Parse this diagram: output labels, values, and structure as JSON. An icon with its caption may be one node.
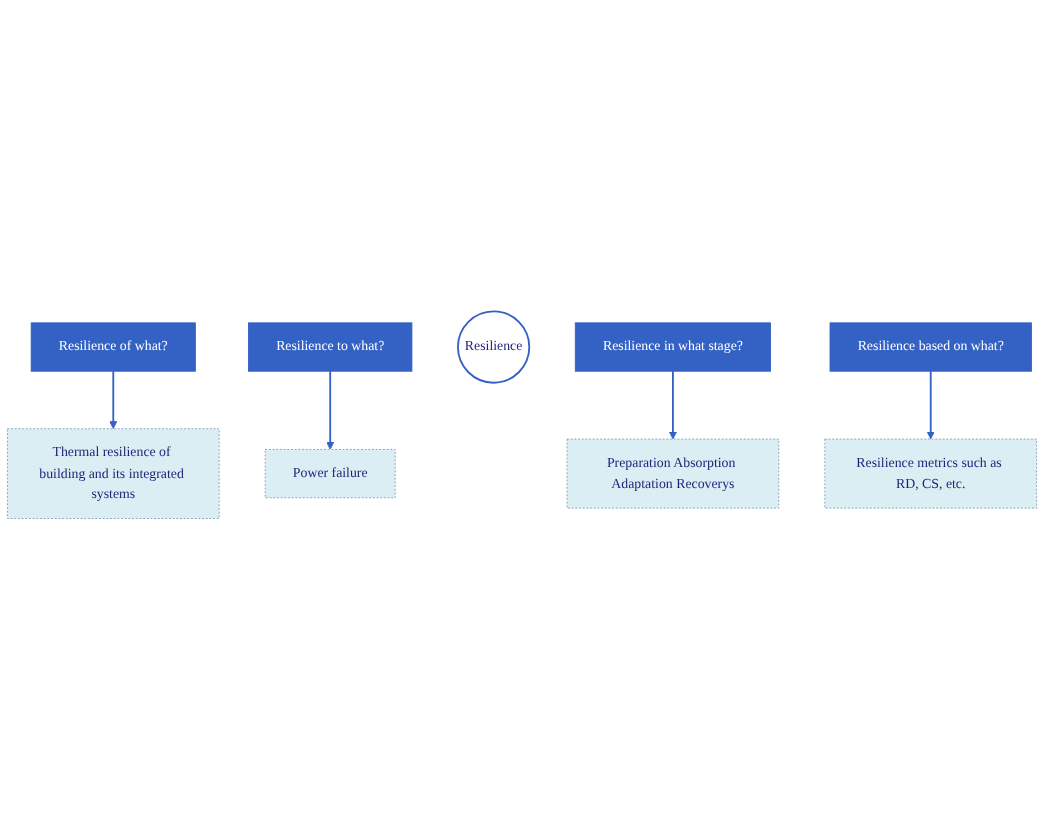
{
  "diagram": {
    "nodes": [
      {
        "text": [
          "Thermal resilience of building and its integrated systems"
        ]
      },
      {
        "text": [
          "Resilience of what?"
        ]
      },
      {
        "text": [
          "Resilience to what?"
        ]
      },
      {
        "text": [
          "Preparation Absorption Adaptation Recoverys"
        ]
      },
      {
        "text": [
          "Resilience"
        ]
      },
      {
        "text": [
          "Power failure"
        ]
      },
      {
        "text": [
          "Resilience in what stage?"
        ]
      },
      {
        "text": [
          "Resilience based on what?"
        ]
      },
      {
        "text": [
          "Resilience metrics such as RD, CS, etc."
        ]
      }
    ],
    "edges": [
      {
        "from": 1,
        "to": 0,
        "arrow": "to"
      },
      {
        "from": 2,
        "to": 5,
        "arrow": "to"
      },
      {
        "from": 6,
        "to": 3,
        "arrow": "to"
      },
      {
        "from": 7,
        "to": 8,
        "arrow": "to"
      }
    ]
  }
}
